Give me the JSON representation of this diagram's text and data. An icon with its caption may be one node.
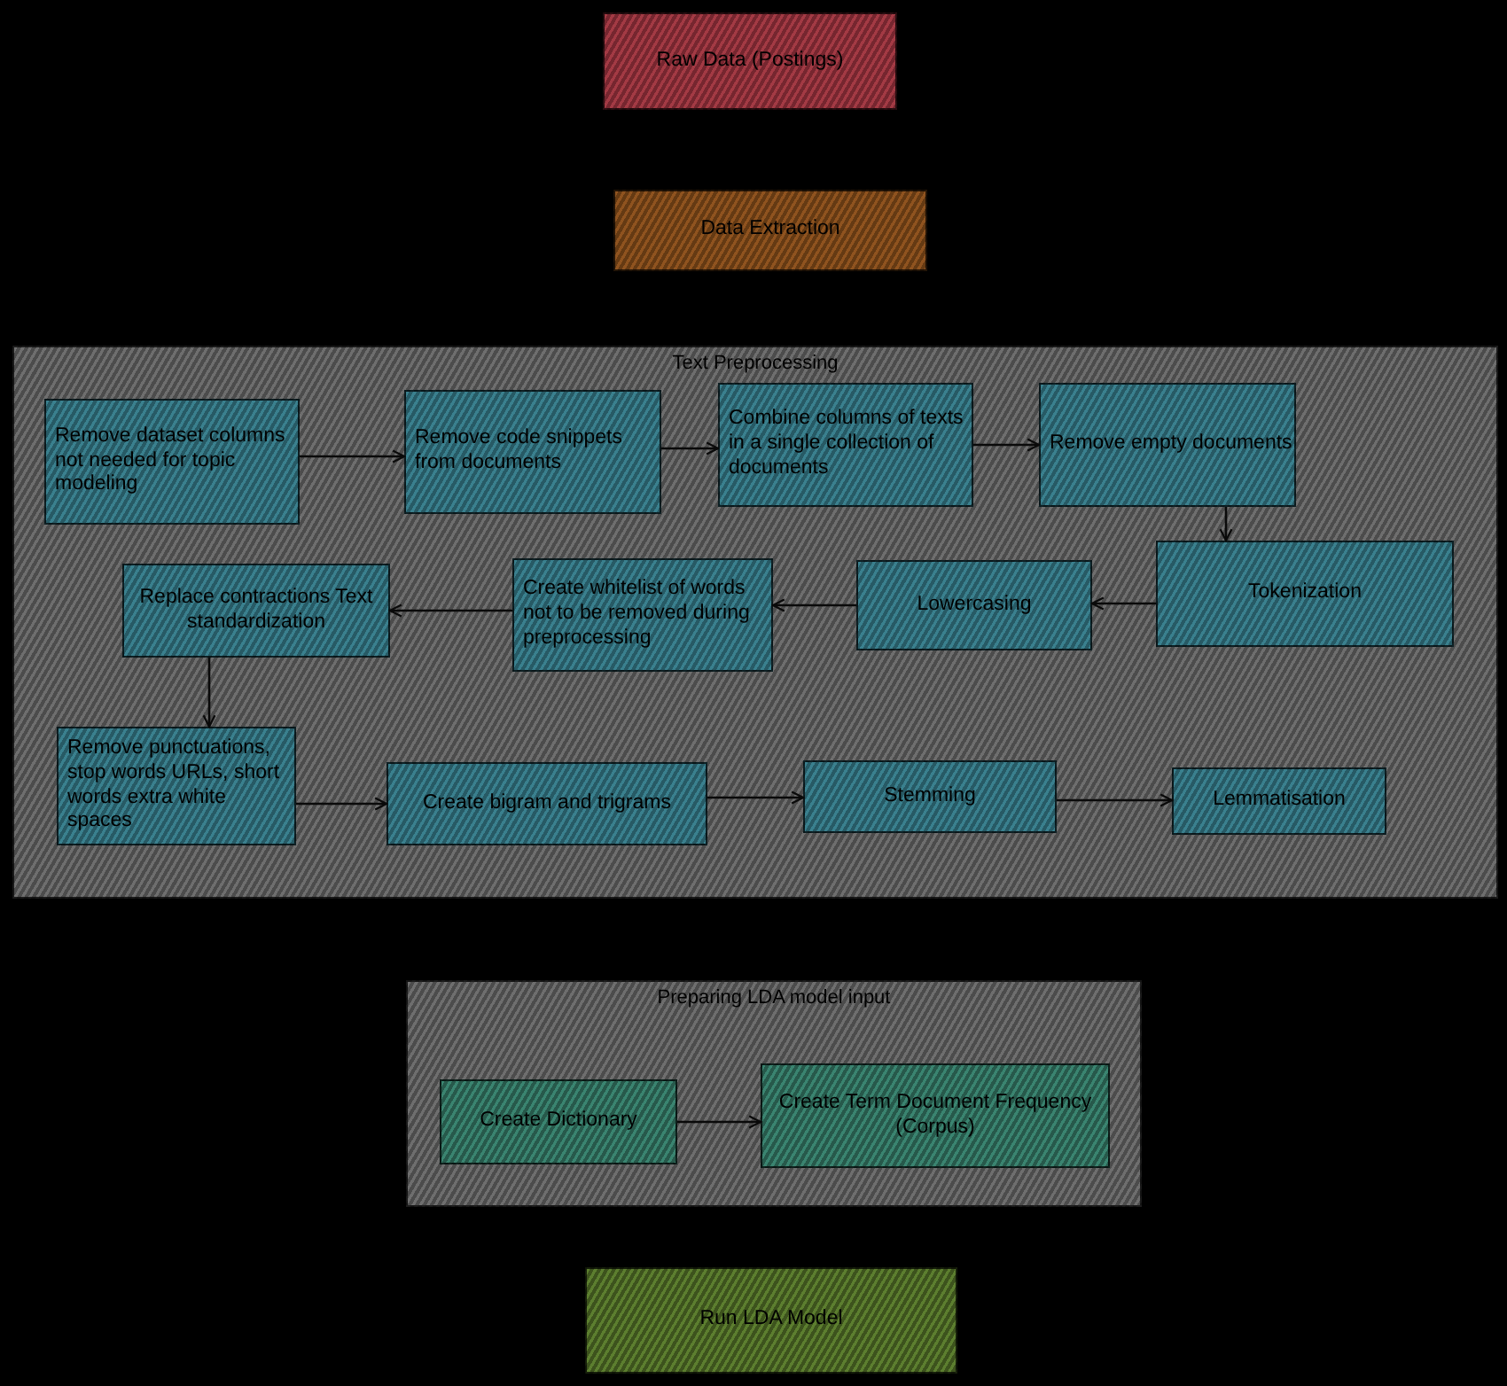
{
  "diagram": {
    "nodes": [
      {
        "text": [
          "Raw Data (Postings)"
        ]
      },
      {
        "text": [
          "Data Extraction"
        ]
      },
      {
        "text": [
          "Text Preprocessing"
        ]
      },
      {
        "text": [
          "Remove dataset columns not needed for topic modeling"
        ],
        "in": 2
      },
      {
        "text": [
          "Remove code snippets from documents"
        ],
        "in": 2
      },
      {
        "text": [
          "Combine columns of texts in a single collection of documents"
        ],
        "in": 2
      },
      {
        "text": [
          "Remove empty documents"
        ],
        "in": 2
      },
      {
        "text": [
          "Replace contractions Text standardization"
        ],
        "in": 2
      },
      {
        "text": [
          "Create whitelist of words not to be removed during preprocessing"
        ],
        "in": 2
      },
      {
        "text": [
          "Lowercasing"
        ],
        "in": 2
      },
      {
        "text": [
          "Tokenization"
        ],
        "in": 2
      },
      {
        "text": [
          "Remove punctuations, stop words URLs, short words extra white spaces"
        ],
        "in": 2
      },
      {
        "text": [
          "Create bigram and trigrams"
        ],
        "in": 2
      },
      {
        "text": [
          "Stemming"
        ],
        "in": 2
      },
      {
        "text": [
          "Lemmatisation"
        ],
        "in": 2
      },
      {
        "text": [
          "Preparing LDA model input"
        ]
      },
      {
        "text": [
          "Create Dictionary"
        ],
        "in": 15
      },
      {
        "text": [
          "Create Term Document Frequency (Corpus)"
        ],
        "in": 15
      },
      {
        "text": [
          "Run LDA Model"
        ]
      }
    ],
    "edges": [
      {
        "from": 3,
        "to": 4,
        "arrow": "to"
      },
      {
        "from": 4,
        "to": 5,
        "arrow": "to"
      },
      {
        "from": 5,
        "to": 6,
        "arrow": "to"
      },
      {
        "from": 6,
        "to": 10,
        "arrow": "to"
      },
      {
        "from": 10,
        "to": 9,
        "arrow": "to"
      },
      {
        "from": 9,
        "to": 8,
        "arrow": "to"
      },
      {
        "from": 8,
        "to": 7,
        "arrow": "to"
      },
      {
        "from": 7,
        "to": 11,
        "arrow": "to"
      },
      {
        "from": 11,
        "to": 12,
        "arrow": "to"
      },
      {
        "from": 12,
        "to": 13,
        "arrow": "to"
      },
      {
        "from": 13,
        "to": 14,
        "arrow": "to"
      },
      {
        "from": 16,
        "to": 17,
        "arrow": "to"
      }
    ]
  }
}
